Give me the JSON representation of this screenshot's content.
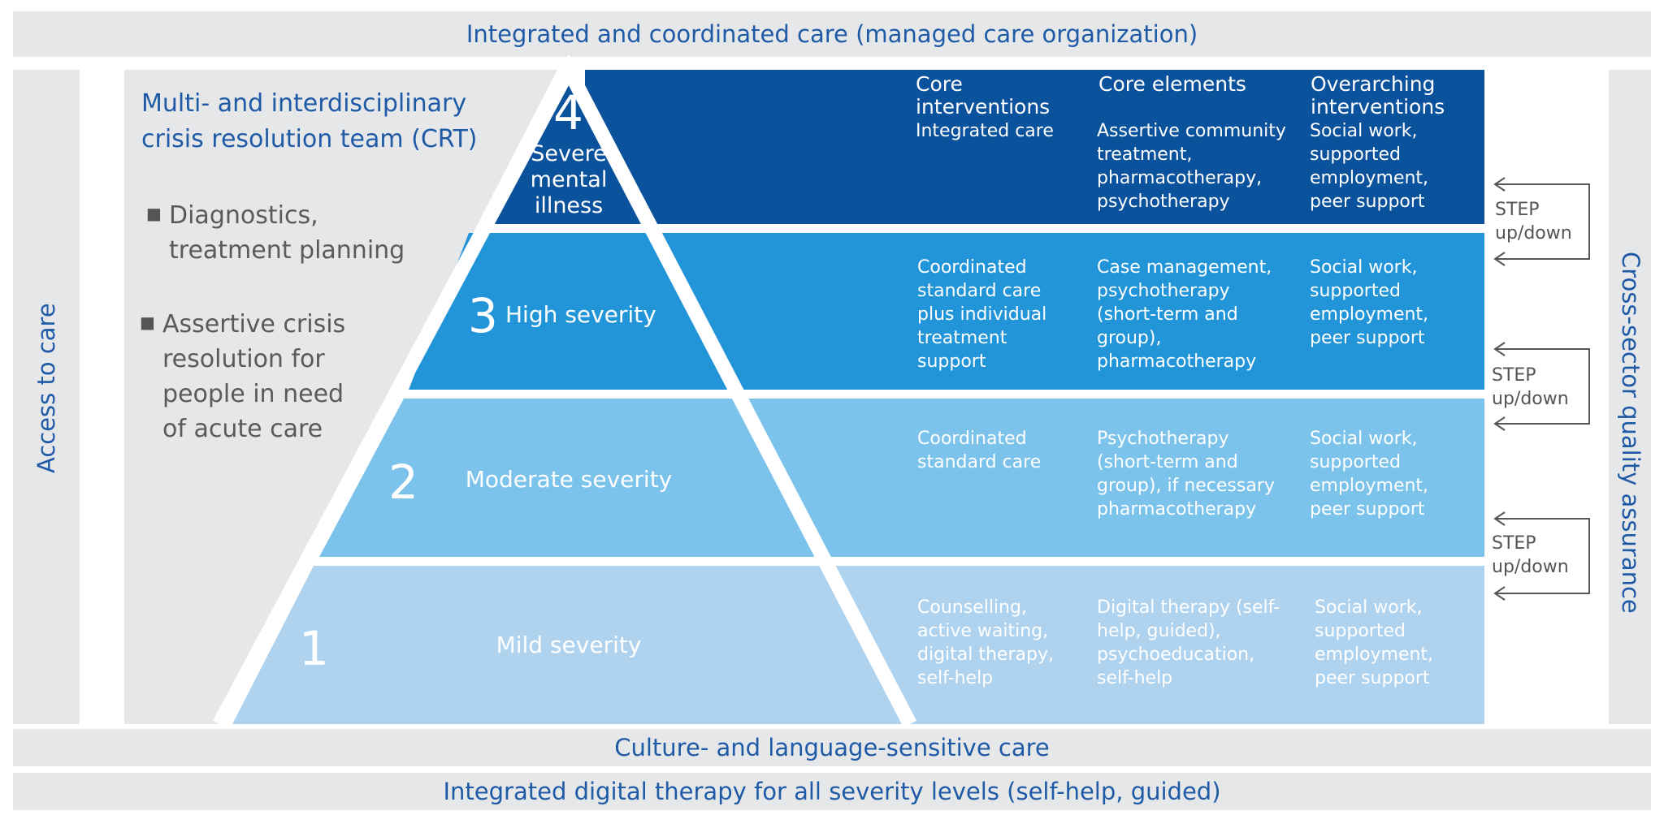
{
  "top_bar": "Integrated and coordinated care (managed care organization)",
  "bottom_bar_1": "Culture- and language-sensitive care",
  "bottom_bar_2": "Integrated digital therapy for all severity levels (self-help, guided)",
  "left_side": "Access to care",
  "right_side": "Cross-sector quality assurance",
  "crt": {
    "title": "Multi- and interdisciplinary crisis resolution team (CRT)",
    "items": [
      "Diagnostics, treatment planning",
      "Assertive crisis resolution for people in need of acute care"
    ]
  },
  "headers": {
    "core_interventions": "Core interventions",
    "core_elements": "Core elements",
    "overarching": "Overarching interventions"
  },
  "levels": [
    {
      "number": "4",
      "label": "Severe mental illness",
      "core_interventions": "Integrated care",
      "core_elements": "Assertive community treatment, pharmacotherapy, psychotherapy",
      "overarching": "Social work, supported employment, peer support"
    },
    {
      "number": "3",
      "label": "High severity",
      "core_interventions": "Coordinated standard care plus individual treatment support",
      "core_elements": "Case management, psychotherapy (short-term and group), pharmacotherapy",
      "overarching": "Social work, supported employment, peer support"
    },
    {
      "number": "2",
      "label": "Moderate severity",
      "core_interventions": "Coordinated standard care",
      "core_elements": "Psychotherapy (short-term and group), if necessary pharmacotherapy",
      "overarching": "Social work, supported employment, peer support"
    },
    {
      "number": "1",
      "label": "Mild severity",
      "core_interventions": "Counselling, active waiting, digital therapy, self-help",
      "core_elements": "Digital therapy (self-help, guided), psychoeducation, self-help",
      "overarching": "Social work, supported employment, peer support"
    }
  ],
  "step_label_line1": "STEP",
  "step_label_line2": "up/down",
  "colors": {
    "level4": "#0b529d",
    "level3": "#2295d8",
    "level2": "#7cc3ec",
    "level1": "#afd3ee",
    "panel": "#e6e7e9",
    "text_blue": "#1f5aa6"
  }
}
